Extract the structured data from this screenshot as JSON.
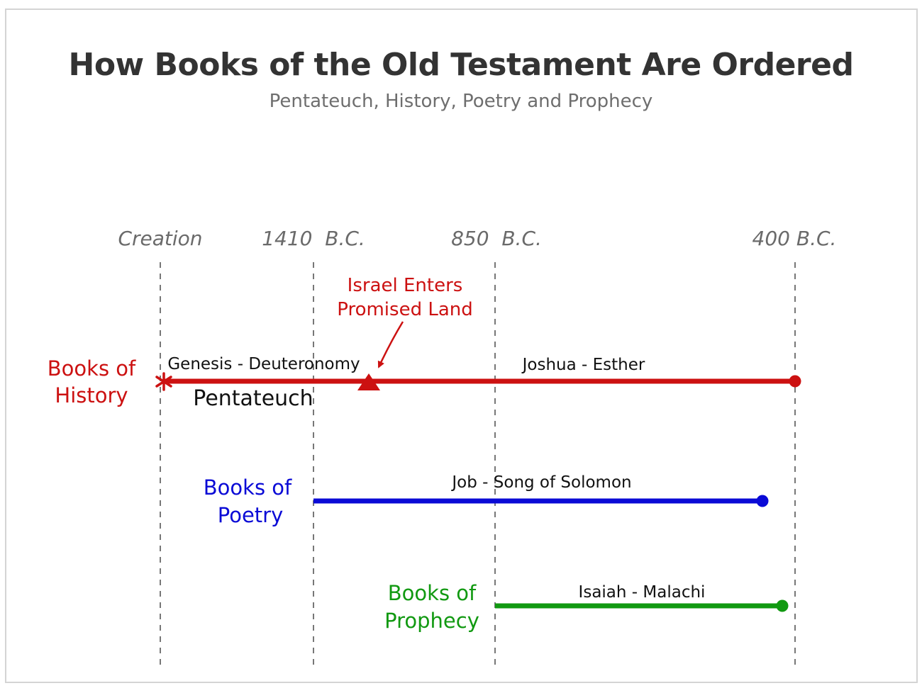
{
  "title": "How Books of the Old Testament Are Ordered",
  "subtitle": "Pentateuch, History, Poetry and Prophecy",
  "colors": {
    "history": "#cc1111",
    "poetry": "#0a0ad6",
    "prophecy": "#119911",
    "era_label": "#6a6a6a",
    "gridline": "#777777"
  },
  "eras": [
    "Creation",
    "1410  B.C.",
    "850  B.C.",
    "400 B.C."
  ],
  "categories": {
    "history": {
      "line1": "Books of",
      "line2": "History"
    },
    "poetry": {
      "line1": "Books of",
      "line2": "Poetry"
    },
    "prophecy": {
      "line1": "Books of",
      "line2": "Prophecy"
    }
  },
  "spans": {
    "pentateuch_books": "Genesis - Deuteronomy",
    "pentateuch": "Pentateuch",
    "history_books": "Joshua - Esther",
    "poetry_books": "Job - Song of Solomon",
    "prophecy_books": "Isaiah - Malachi"
  },
  "annotation": {
    "line1": "Israel Enters",
    "line2": "Promised Land"
  },
  "markers": {
    "start_icon": "asterisk-icon",
    "event_icon": "triangle-icon",
    "end_icon": "dot-icon"
  }
}
